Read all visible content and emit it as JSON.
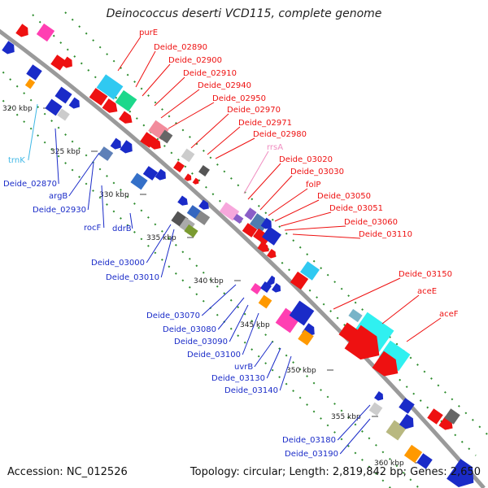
{
  "title": "Deinococcus deserti VCD115, complete genome",
  "footer": {
    "accession": "Accession: NC_012526",
    "summary": "Topology: circular; Length: 2,819,842 bp; Genes: 2,650"
  },
  "colors": {
    "backbone": "#9a9a9a",
    "right_labels": "#ee1111",
    "left_labels": "#1a2bc8",
    "rna_pink": "#f08cc0",
    "trna_cyan": "#3fb8e6"
  },
  "ticks": [
    "320 kbp",
    "325 kbp",
    "330 kbp",
    "335 kbp",
    "340 kbp",
    "345 kbp",
    "350 kbp",
    "355 kbp",
    "360 kbp"
  ],
  "right_labels": [
    "purE",
    "Deide_02890",
    "Deide_02900",
    "Deide_02910",
    "Deide_02940",
    "Deide_02950",
    "Deide_02970",
    "Deide_02971",
    "Deide_02980",
    "rrsA",
    "Deide_03020",
    "Deide_03030",
    "folP",
    "Deide_03050",
    "Deide_03051",
    "Deide_03060",
    "Deide_03110",
    "Deide_03150",
    "aceE",
    "aceF"
  ],
  "left_labels": [
    "trnK",
    "Deide_02870",
    "argB",
    "Deide_02930",
    "rocF",
    "ddrB",
    "Deide_03000",
    "Deide_03010",
    "Deide_03070",
    "Deide_03080",
    "Deide_03090",
    "Deide_03100",
    "uvrB",
    "Deide_03130",
    "Deide_03140",
    "Deide_03180",
    "Deide_03190"
  ]
}
